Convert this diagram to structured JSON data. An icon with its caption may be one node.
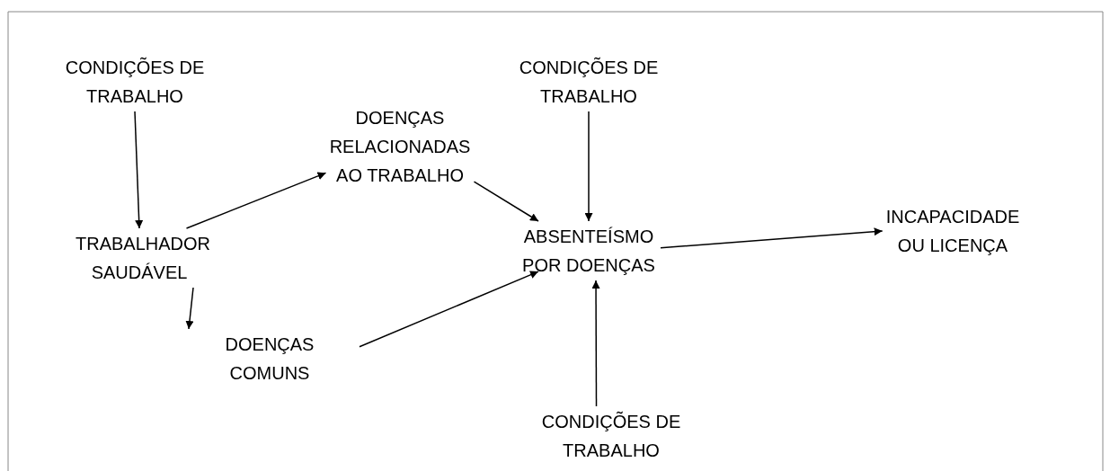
{
  "diagram": {
    "nodes": [
      {
        "text": [
          "CONDIÇÕES DE TRABALHO"
        ]
      },
      {
        "text": [
          "DOENÇAS RELACIONADAS AO TRABALHO"
        ]
      },
      {
        "text": [
          "CONDIÇÕES DE TRABALHO"
        ]
      },
      {
        "text": [
          "TRABALHADOR SAUDÁVEL"
        ]
      },
      {
        "text": [
          "ABSENTEÍSMO POR DOENÇAS"
        ]
      },
      {
        "text": [
          "INCAPACIDADE OU LICENÇA"
        ]
      },
      {
        "text": [
          "DOENÇAS COMUNS"
        ]
      },
      {
        "text": [
          "CONDIÇÕES DE TRABALHO"
        ]
      }
    ],
    "edges": [
      {
        "from": 0,
        "to": 3,
        "arrow": "to"
      },
      {
        "from": 3,
        "to": 1,
        "arrow": "to"
      },
      {
        "from": 1,
        "to": 4,
        "arrow": "to"
      },
      {
        "from": 2,
        "to": 4,
        "arrow": "to"
      },
      {
        "from": 3,
        "to": 6,
        "arrow": "to"
      },
      {
        "from": 6,
        "to": 4,
        "arrow": "to"
      },
      {
        "from": 7,
        "to": 4,
        "arrow": "to"
      },
      {
        "from": 4,
        "to": 5,
        "arrow": "to"
      }
    ]
  }
}
